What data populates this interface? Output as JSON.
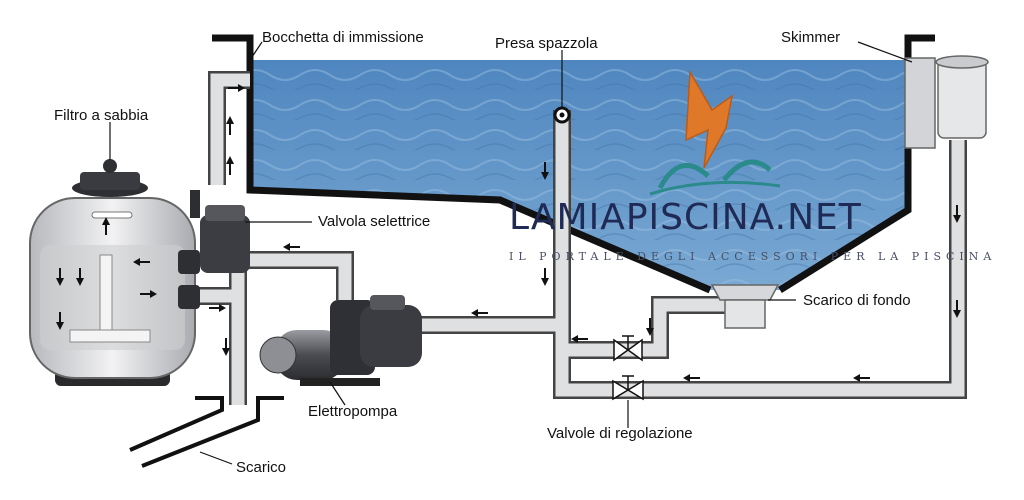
{
  "labels": {
    "inlet": "Bocchetta di immissione",
    "brush_socket": "Presa spazzola",
    "skimmer": "Skimmer",
    "sand_filter": "Filtro a sabbia",
    "selector_valve": "Valvola selettrice",
    "bottom_drain": "Scarico  di fondo",
    "pump": "Elettropompa",
    "regulating_valves": "Valvole di regolazione",
    "discharge": "Scarico"
  },
  "brand": {
    "name": "LAMIAPISCINA.NET",
    "tagline": "IL PORTALE DEGLI ACCESSORI PER LA PISCINA"
  },
  "colors": {
    "water": "#5a8fc4",
    "pipe": "#d9dadc",
    "outline": "#111111",
    "brand_text": "#1f2a55",
    "logo_orange": "#e0782a",
    "logo_teal": "#2a8a8c"
  }
}
